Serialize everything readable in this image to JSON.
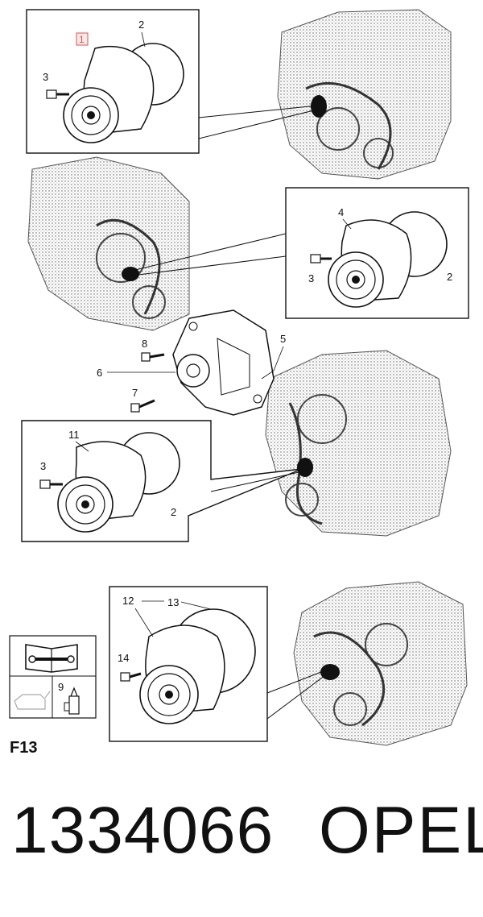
{
  "callouts": {
    "c1": "1",
    "c2a": "2",
    "c3a": "3",
    "c4": "4",
    "c3b": "3",
    "c2b": "2",
    "c8": "8",
    "c5": "5",
    "c6": "6",
    "c7": "7",
    "c11": "11",
    "c3c": "3",
    "c2c": "2",
    "c12": "12",
    "c13": "13",
    "c14": "14",
    "c9": "9"
  },
  "section_code": "F13",
  "footer": {
    "part_number": "1334066",
    "brand": "OPEL"
  },
  "colors": {
    "line": "#111111",
    "boxed_callout": "#d9534f",
    "engine_hatch": "#666666"
  }
}
